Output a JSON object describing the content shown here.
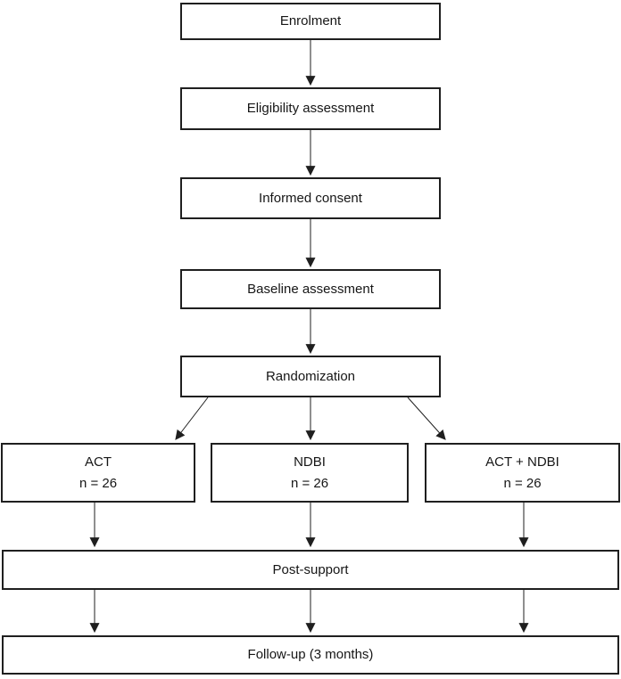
{
  "diagram": {
    "type": "study-flowchart",
    "colors": {
      "box_border": "#1f1f1f",
      "box_fill": "#ffffff",
      "text": "#161616",
      "arrow": "#1f1f1f"
    },
    "nodes": [
      {
        "id": "enrolment",
        "label": "Enrolment"
      },
      {
        "id": "eligibility",
        "label": "Eligibility assessment"
      },
      {
        "id": "consent",
        "label": "Informed consent"
      },
      {
        "id": "baseline",
        "label": "Baseline assessment"
      },
      {
        "id": "randomization",
        "label": "Randomization"
      },
      {
        "id": "act",
        "label": "ACT",
        "sublabel": "n = 26"
      },
      {
        "id": "ndbi",
        "label": "NDBI",
        "sublabel": "n = 26"
      },
      {
        "id": "act-ndbi",
        "label": "ACT + NDBI",
        "sublabel": "n = 26"
      },
      {
        "id": "post-support",
        "label": "Post-support"
      },
      {
        "id": "follow-up",
        "label": "Follow-up (3 months)"
      }
    ],
    "edges": [
      {
        "from": "enrolment",
        "to": "eligibility"
      },
      {
        "from": "eligibility",
        "to": "consent"
      },
      {
        "from": "consent",
        "to": "baseline"
      },
      {
        "from": "baseline",
        "to": "randomization"
      },
      {
        "from": "randomization",
        "to": "act"
      },
      {
        "from": "randomization",
        "to": "ndbi"
      },
      {
        "from": "randomization",
        "to": "act-ndbi"
      },
      {
        "from": "act",
        "to": "post-support"
      },
      {
        "from": "ndbi",
        "to": "post-support"
      },
      {
        "from": "act-ndbi",
        "to": "post-support"
      },
      {
        "from": "post-support",
        "to": "follow-up"
      },
      {
        "from": "post-support",
        "to": "follow-up"
      },
      {
        "from": "post-support",
        "to": "follow-up"
      }
    ]
  }
}
